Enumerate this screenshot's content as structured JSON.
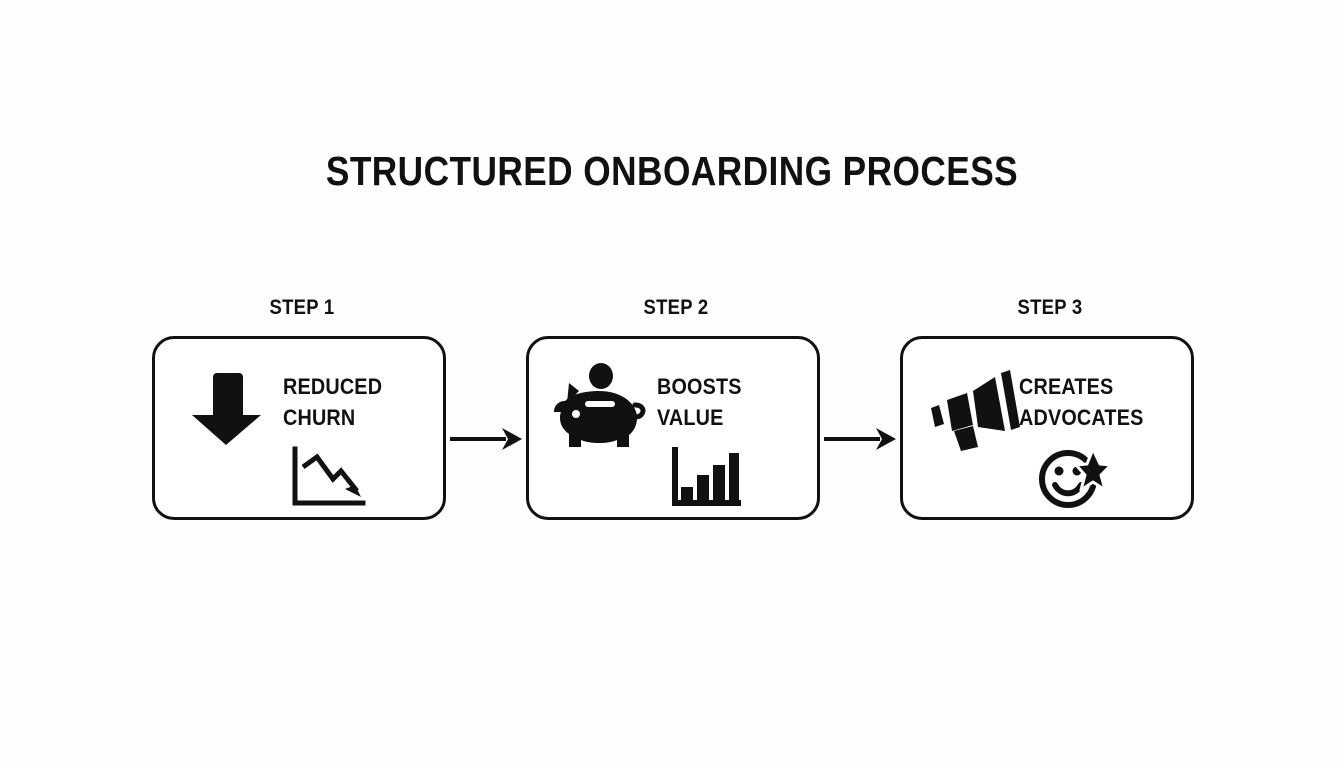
{
  "page": {
    "title": "STRUCTURED ONBOARDING PROCESS",
    "background_color": "#fdfeff",
    "ink_color": "#111111"
  },
  "flow": {
    "steps": [
      {
        "label": "STEP 1",
        "text_line_1": "REDUCED",
        "text_line_2": "CHURN",
        "icon": "down-arrow-icon",
        "sub_icon": "declining-line-chart-icon"
      },
      {
        "label": "STEP 2",
        "text_line_1": "BOOSTS",
        "text_line_2": "VALUE",
        "icon": "piggy-bank-icon",
        "sub_icon": "ascending-bar-chart-icon"
      },
      {
        "label": "STEP 3",
        "text_line_1": "CREATES",
        "text_line_2": "ADVOCATES",
        "icon": "megaphone-icon",
        "sub_icon": "smiley-star-icon"
      }
    ],
    "connectors": [
      {
        "icon": "arrow-right-icon"
      },
      {
        "icon": "arrow-right-icon"
      }
    ]
  }
}
